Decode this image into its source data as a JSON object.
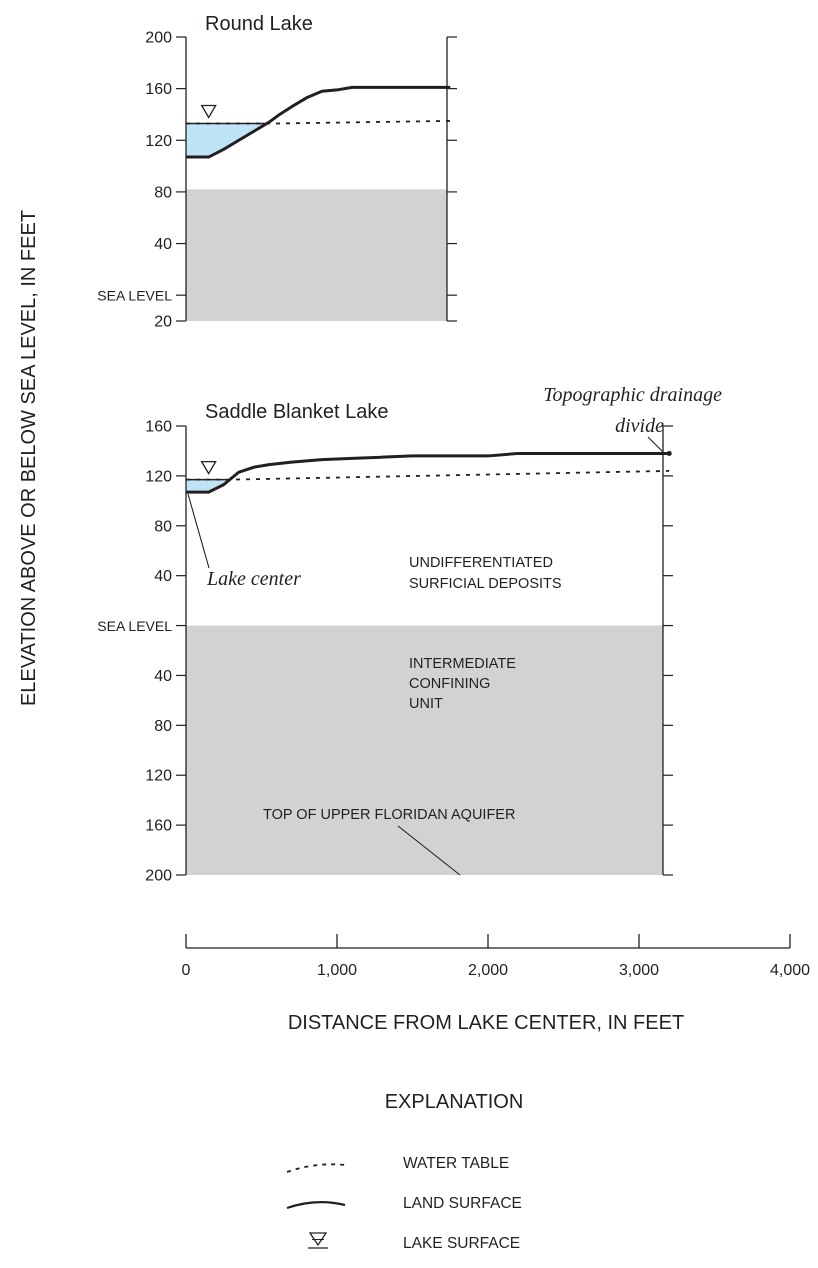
{
  "colors": {
    "ink": "#231f20",
    "lake": "#bfe4f6",
    "confining": "#d1d2d4"
  },
  "chart_data": [
    {
      "type": "area",
      "title": "Round Lake",
      "y_ticks": [
        {
          "label": "200",
          "value": 200
        },
        {
          "label": "160",
          "value": 160
        },
        {
          "label": "120",
          "value": 120
        },
        {
          "label": "80",
          "value": 80
        },
        {
          "label": "40",
          "value": 40
        },
        {
          "label": "SEA LEVEL",
          "value": 0
        },
        {
          "label": "20",
          "value": -20
        }
      ],
      "ylim": [
        -20,
        200
      ],
      "xlim": [
        0,
        1750
      ],
      "land_surface": [
        [
          0,
          107
        ],
        [
          150,
          107
        ],
        [
          250,
          113
        ],
        [
          350,
          120
        ],
        [
          450,
          127
        ],
        [
          550,
          134
        ],
        [
          620,
          140
        ],
        [
          700,
          146
        ],
        [
          800,
          153
        ],
        [
          900,
          158
        ],
        [
          1000,
          159
        ],
        [
          1100,
          161
        ],
        [
          1150,
          161
        ],
        [
          1750,
          161
        ]
      ],
      "water_table": [
        [
          0,
          133
        ],
        [
          600,
          133
        ],
        [
          1750,
          135
        ]
      ],
      "lake_surface_elevation": 133,
      "lake_surface_symbol_x": 150,
      "top_of_confining_unit": 82
    },
    {
      "type": "area",
      "title": "Saddle Blanket Lake",
      "y_ticks": [
        {
          "label": "160",
          "value": 160
        },
        {
          "label": "120",
          "value": 120
        },
        {
          "label": "80",
          "value": 80
        },
        {
          "label": "40",
          "value": 40
        },
        {
          "label": "SEA LEVEL",
          "value": 0
        },
        {
          "label": "40",
          "value": -40
        },
        {
          "label": "80",
          "value": -80
        },
        {
          "label": "120",
          "value": -120
        },
        {
          "label": "160",
          "value": -160
        },
        {
          "label": "200",
          "value": -200
        }
      ],
      "ylim": [
        -200,
        160
      ],
      "xlim": [
        0,
        3200
      ],
      "land_surface": [
        [
          0,
          107
        ],
        [
          150,
          107
        ],
        [
          250,
          113
        ],
        [
          300,
          118
        ],
        [
          350,
          123
        ],
        [
          450,
          127
        ],
        [
          550,
          129
        ],
        [
          700,
          131
        ],
        [
          900,
          133
        ],
        [
          1100,
          134
        ],
        [
          1300,
          135
        ],
        [
          1500,
          136
        ],
        [
          2000,
          136
        ],
        [
          2200,
          138
        ],
        [
          3200,
          138
        ]
      ],
      "water_table": [
        [
          0,
          117
        ],
        [
          300,
          117
        ],
        [
          3200,
          124
        ]
      ],
      "lake_surface_elevation": 117,
      "lake_surface_symbol_x": 150,
      "top_of_confining_unit": 0,
      "annotations": {
        "divide_line1": "Topographic drainage",
        "divide_line2": "divide",
        "lake_center": "Lake center",
        "surficial_line1": "UNDIFFERENTIATED",
        "surficial_line2": "SURFICIAL DEPOSITS",
        "confining_line1": "INTERMEDIATE",
        "confining_line2": "CONFINING",
        "confining_line3": "UNIT",
        "floridan": "TOP OF UPPER FLORIDAN AQUIFER"
      }
    }
  ],
  "x_axis": {
    "ticks": [
      {
        "label": "0",
        "value": 0
      },
      {
        "label": "1,000",
        "value": 1000
      },
      {
        "label": "2,000",
        "value": 2000
      },
      {
        "label": "3,000",
        "value": 3000
      },
      {
        "label": "4,000",
        "value": 4000
      }
    ],
    "xlim": [
      0,
      4000
    ],
    "label": "DISTANCE FROM LAKE CENTER, IN FEET"
  },
  "ylabel": "ELEVATION ABOVE OR BELOW SEA LEVEL, IN FEET",
  "legend": {
    "title": "EXPLANATION",
    "items": [
      {
        "label": "WATER TABLE",
        "symbol": "dashed-line"
      },
      {
        "label": "LAND SURFACE",
        "symbol": "solid-line"
      },
      {
        "label": "LAKE SURFACE",
        "symbol": "lake-surface-triangle"
      }
    ]
  }
}
